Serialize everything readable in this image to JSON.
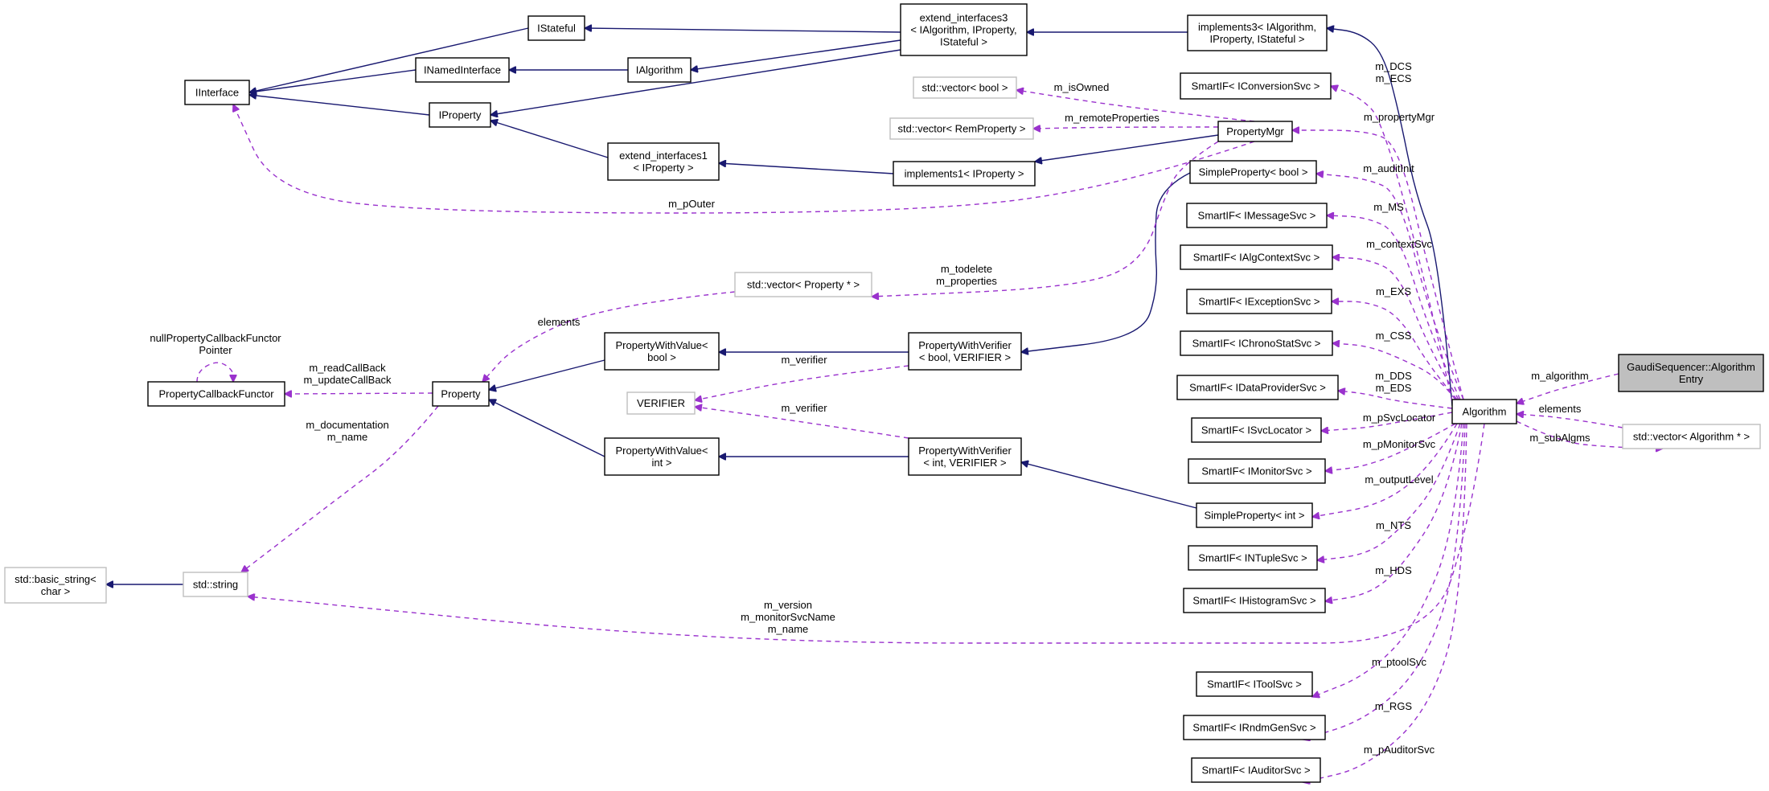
{
  "colors": {
    "inheritance": "#191970",
    "usage": "#9a32cd",
    "focus_fill": "#bfbfbf",
    "external_border": "#bfbfbf"
  },
  "nodes": {
    "istateful": [
      "IStateful"
    ],
    "iinterface": [
      "IInterface"
    ],
    "inamedinterface": [
      "INamedInterface"
    ],
    "ialgorithm": [
      "IAlgorithm"
    ],
    "iproperty": [
      "IProperty"
    ],
    "extend_interfaces3": [
      "extend_interfaces3",
      "< IAlgorithm, IProperty,",
      "IStateful >"
    ],
    "implements3": [
      "implements3< IAlgorithm,",
      "IProperty, IStateful >"
    ],
    "extend_interfaces1": [
      "extend_interfaces1",
      "< IProperty >"
    ],
    "implements1": [
      "implements1< IProperty >"
    ],
    "vector_bool": [
      "std::vector< bool >"
    ],
    "vector_remproperty": [
      "std::vector< RemProperty >"
    ],
    "propertymgr": [
      "PropertyMgr"
    ],
    "vector_property_ptr": [
      "std::vector< Property * >"
    ],
    "propertycallbackfunctor": [
      "PropertyCallbackFunctor"
    ],
    "property": [
      "Property"
    ],
    "propertywithvalue_bool": [
      "PropertyWithValue<",
      "bool >"
    ],
    "propertywithverifier_bool": [
      "PropertyWithVerifier",
      "< bool, VERIFIER >"
    ],
    "verifier": [
      "VERIFIER"
    ],
    "propertywithvalue_int": [
      "PropertyWithValue<",
      "int >"
    ],
    "propertywithverifier_int": [
      "PropertyWithVerifier",
      "< int, VERIFIER >"
    ],
    "basic_string": [
      "std::basic_string<",
      "char >"
    ],
    "std_string": [
      "std::string"
    ],
    "simpleproperty_bool": [
      "SimpleProperty< bool >"
    ],
    "simpleproperty_int": [
      "SimpleProperty< int >"
    ],
    "sif_iconversionsvc": [
      "SmartIF< IConversionSvc >"
    ],
    "sif_imessagesvc": [
      "SmartIF< IMessageSvc >"
    ],
    "sif_ialgcontextsvc": [
      "SmartIF< IAlgContextSvc >"
    ],
    "sif_iexceptionsvc": [
      "SmartIF< IExceptionSvc >"
    ],
    "sif_ichronostatsvc": [
      "SmartIF< IChronoStatSvc >"
    ],
    "sif_idataprovidersvc": [
      "SmartIF< IDataProviderSvc >"
    ],
    "sif_isvclocator": [
      "SmartIF< ISvcLocator >"
    ],
    "sif_imonitorsvc": [
      "SmartIF< IMonitorSvc >"
    ],
    "sif_intuplesvc": [
      "SmartIF< INTupleSvc >"
    ],
    "sif_ihistogramsvc": [
      "SmartIF< IHistogramSvc >"
    ],
    "sif_itoolsvc": [
      "SmartIF< IToolSvc >"
    ],
    "sif_irndmgensvc": [
      "SmartIF< IRndmGenSvc >"
    ],
    "sif_iauditorsvc": [
      "SmartIF< IAuditorSvc >"
    ],
    "algorithm": [
      "Algorithm"
    ],
    "vector_algorithm_ptr": [
      "std::vector< Algorithm * >"
    ],
    "gaudisequencer_algorithmentry": [
      "GaudiSequencer::Algorithm",
      "Entry"
    ]
  },
  "edge_labels": {
    "m_pouter": [
      "m_pOuter"
    ],
    "m_isowned": [
      "m_isOwned"
    ],
    "m_remoteproperties": [
      "m_remoteProperties"
    ],
    "m_todelete": [
      "m_todelete",
      "m_properties"
    ],
    "elements_property": [
      "elements"
    ],
    "nullpropertycallbackfunctorpointer": [
      "nullPropertyCallbackFunctor",
      "Pointer"
    ],
    "m_readcallback": [
      "m_readCallBack",
      "m_updateCallBack"
    ],
    "m_documentation": [
      "m_documentation",
      "m_name"
    ],
    "m_verifier_bool": [
      "m_verifier"
    ],
    "m_verifier_int": [
      "m_verifier"
    ],
    "m_version": [
      "m_version",
      "m_monitorSvcName",
      "m_name"
    ],
    "m_dcs": [
      "m_DCS",
      "m_ECS"
    ],
    "m_propertymgr": [
      "m_propertyMgr"
    ],
    "m_auditinit": [
      "m_auditInit"
    ],
    "m_ms": [
      "m_MS"
    ],
    "m_contextsvc": [
      "m_contextSvc"
    ],
    "m_exs": [
      "m_EXS"
    ],
    "m_css": [
      "m_CSS"
    ],
    "m_dds": [
      "m_DDS",
      "m_EDS"
    ],
    "m_psvclocator": [
      "m_pSvcLocator"
    ],
    "m_pmonitorsvc": [
      "m_pMonitorSvc"
    ],
    "m_outputlevel": [
      "m_outputLevel"
    ],
    "m_nts": [
      "m_NTS"
    ],
    "m_hds": [
      "m_HDS"
    ],
    "m_ptoolsvc": [
      "m_ptoolSvc"
    ],
    "m_rgs": [
      "m_RGS"
    ],
    "m_pauditorsvc": [
      "m_pAuditorSvc"
    ],
    "m_algorithm": [
      "m_algorithm"
    ],
    "elements_algorithm": [
      "elements"
    ],
    "m_subalgms": [
      "m_subAlgms"
    ]
  }
}
